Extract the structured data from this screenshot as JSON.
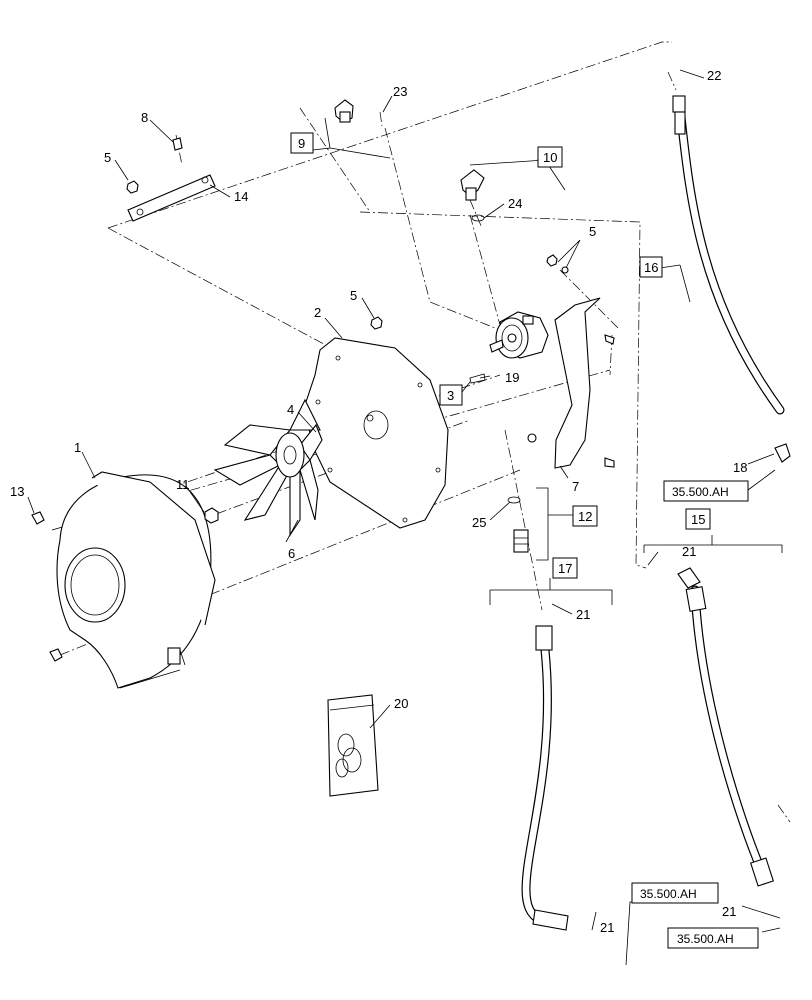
{
  "callouts": {
    "c1": "1",
    "c2": "2",
    "c3": "3",
    "c4": "4",
    "c5a": "5",
    "c5b": "5",
    "c5c": "5",
    "c6": "6",
    "c7": "7",
    "c8": "8",
    "c9": "9",
    "c10": "10",
    "c11": "11",
    "c12": "12",
    "c13": "13",
    "c14": "14",
    "c15": "15",
    "c16": "16",
    "c17": "17",
    "c18": "18",
    "c19": "19",
    "c20": "20",
    "c21a": "21",
    "c21b": "21",
    "c21c": "21",
    "c21d": "21",
    "c22": "22",
    "c23": "23",
    "c24": "24",
    "c25": "25"
  },
  "references": {
    "r1": "35.500.AH",
    "r2": "35.500.AH",
    "r3": "35.500.AH"
  }
}
